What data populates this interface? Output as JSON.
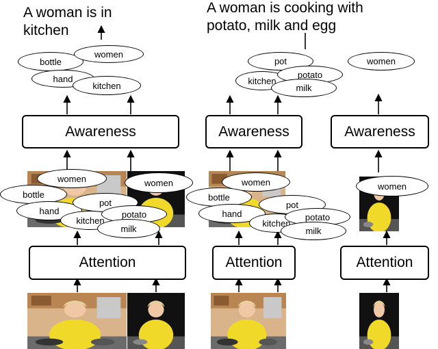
{
  "captions": {
    "left": "A woman is in\nkitchen",
    "right": "A woman is cooking with\npotato, milk and egg"
  },
  "modules": {
    "awareness": "Awareness",
    "attention": "Attention"
  },
  "concepts": {
    "women": "women",
    "bottle": "bottle",
    "hand": "hand",
    "kitchen": "kitchen",
    "pot": "pot",
    "potato": "potato",
    "milk": "milk"
  },
  "colors": {
    "stroke": "#000000",
    "background": "#ffffff"
  }
}
